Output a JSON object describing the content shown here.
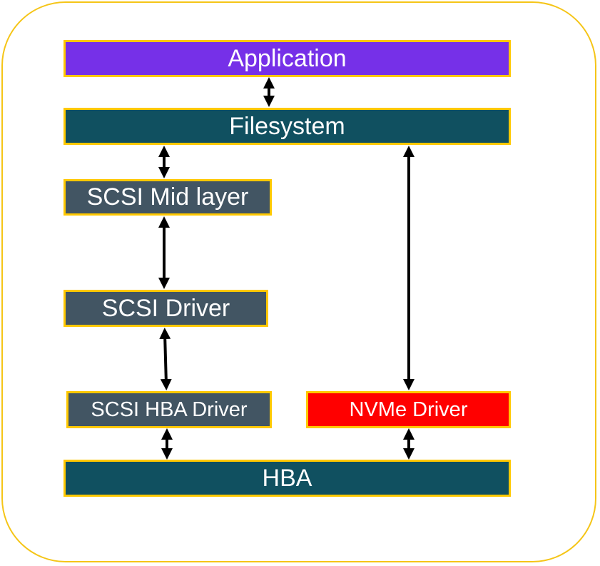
{
  "layers": {
    "application": "Application",
    "filesystem": "Filesystem",
    "scsi_mid_layer": "SCSI Mid layer",
    "scsi_driver": "SCSI Driver",
    "scsi_hba_driver": "SCSI HBA Driver",
    "nvme_driver": "NVMe Driver",
    "hba": "HBA"
  },
  "colors": {
    "application": "#7630e8",
    "filesystem": "#105060",
    "scsi": "#425563",
    "nvme": "#ff0000",
    "border": "#ffc800"
  }
}
